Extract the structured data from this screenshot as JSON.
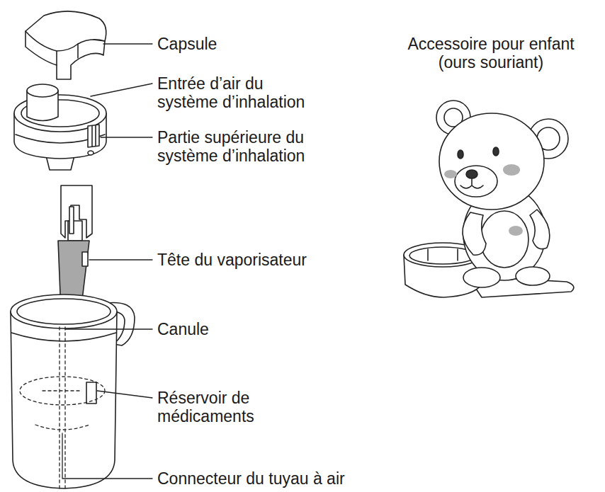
{
  "diagram": {
    "labels": [
      "Capsule",
      "Entrée d’air du système d’inhalation",
      "Partie supérieure du système d’inhalation",
      "Tête du vaporisateur",
      "Canule",
      "Réservoir de médicaments",
      "Connecteur du tuyau à air",
      "Accessoire pour enfant (ours souriant)"
    ]
  }
}
